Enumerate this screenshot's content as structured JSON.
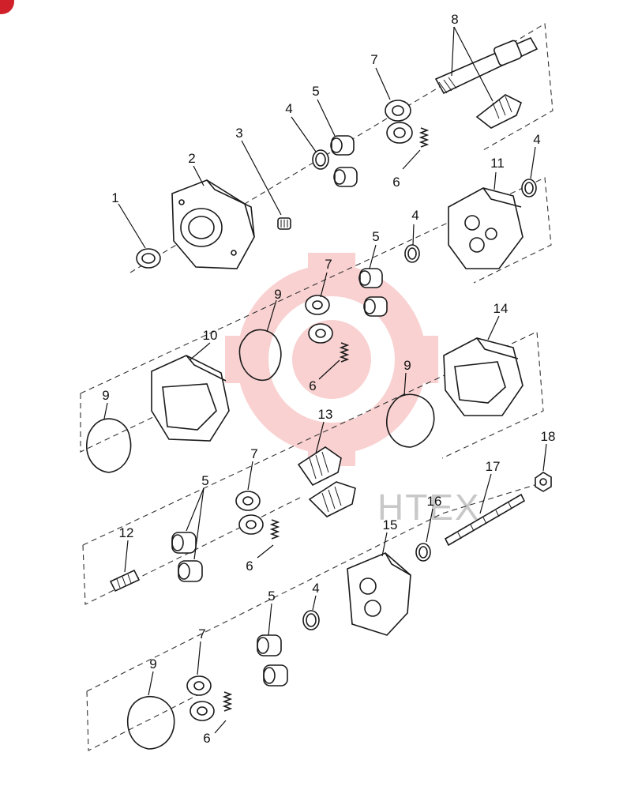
{
  "diagram": {
    "callouts": {
      "c1": "1",
      "c2": "2",
      "c3": "3",
      "c4a": "4",
      "c5a": "5",
      "c7a": "7",
      "c8": "8",
      "c6a": "6",
      "c11": "11",
      "c4b": "4",
      "c4c": "4",
      "c5b": "5",
      "c7b": "7",
      "c9a": "9",
      "c10": "10",
      "c6b": "6",
      "c14": "14",
      "c9b": "9",
      "c9c": "9",
      "c13": "13",
      "c18": "18",
      "c17": "17",
      "c7c": "7",
      "c5c": "5",
      "c16": "16",
      "c12": "12",
      "c15": "15",
      "c6c": "6",
      "c4d": "4",
      "c5d": "5",
      "c7d": "7",
      "c9d": "9",
      "c6d": "6"
    },
    "watermark": {
      "text": "HTEX",
      "color": "#f28b8b"
    },
    "corner_badge_color": "#d0202a"
  }
}
